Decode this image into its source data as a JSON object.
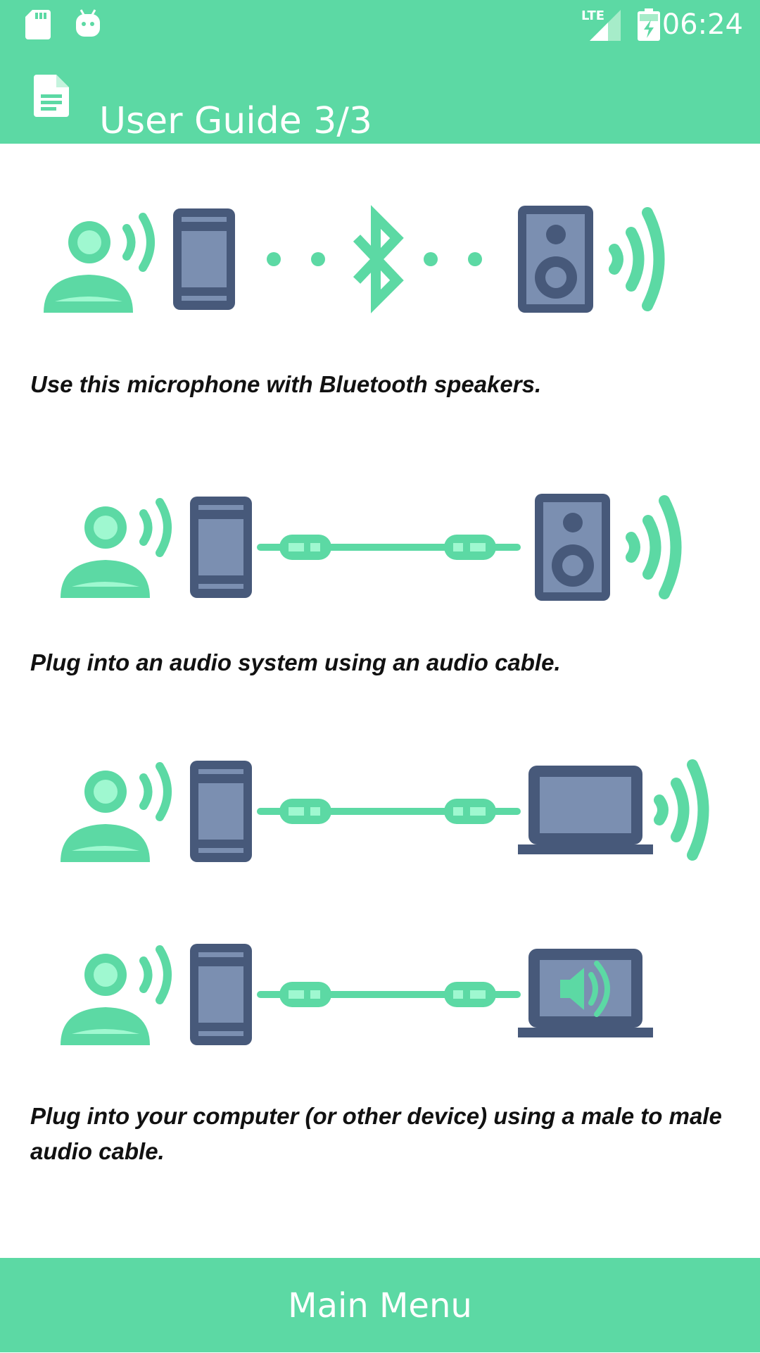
{
  "status_bar": {
    "time": "06:24",
    "network": "LTE",
    "icons": [
      "sd-card-icon",
      "android-debug-icon",
      "lte-signal-icon",
      "battery-charging-icon"
    ]
  },
  "app_bar": {
    "title": "User Guide 3/3",
    "icon": "document-icon"
  },
  "guide": {
    "items": [
      {
        "caption": "Use this microphone with Bluetooth speakers."
      },
      {
        "caption": "Plug into an audio system using an audio cable."
      },
      {
        "caption": "Plug into your computer (or other device) using a male to male audio cable."
      }
    ]
  },
  "footer": {
    "main_menu_label": "Main Menu"
  },
  "colors": {
    "accent": "#5cd9a4",
    "device_dark": "#47597a",
    "device_light": "#7b8fb1",
    "person_light": "#9ff8d0"
  }
}
